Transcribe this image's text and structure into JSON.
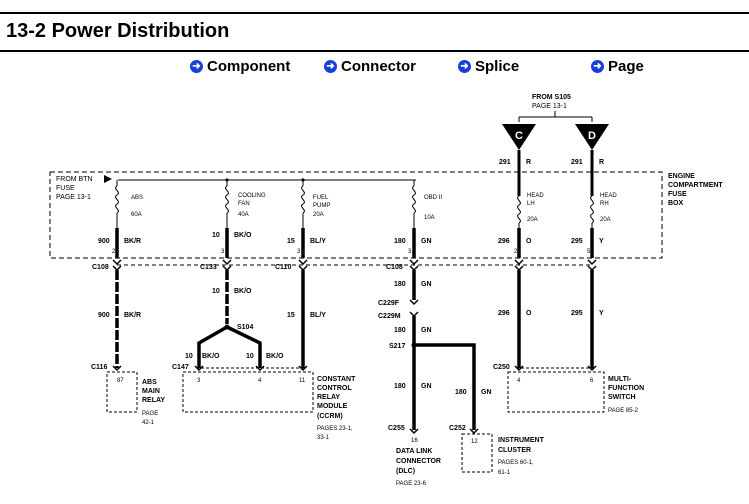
{
  "title": "13-2 Power Distribution",
  "nav": [
    "Component",
    "Connector",
    "Splice",
    "Page"
  ],
  "colors": {
    "nav_icon": "#1a3fd6"
  },
  "from_s105": {
    "line1": "FROM S105",
    "line2": "PAGE 13-1"
  },
  "feed_c": "C",
  "feed_d": "D",
  "from_btn": [
    "FROM BTN",
    "FUSE",
    "PAGE 13-1"
  ],
  "fuse_box": [
    "ENGINE",
    "COMPARTMENT",
    "FUSE",
    "BOX"
  ],
  "fuses": {
    "abs": [
      "ABS",
      "60A"
    ],
    "fan": [
      "COOLING",
      "FAN",
      "40A"
    ],
    "pump": [
      "FUEL",
      "PUMP",
      "20A"
    ],
    "obd": [
      "OBD II",
      "10A"
    ],
    "headlh": [
      "HEAD",
      "LH",
      "20A"
    ],
    "headrh": [
      "HEAD",
      "RH",
      "20A"
    ]
  },
  "wires": {
    "w291c": [
      "291",
      "R"
    ],
    "w291d": [
      "291",
      "R"
    ],
    "w900a": [
      "900",
      "BK/R",
      "2"
    ],
    "w10a": [
      "10",
      "BK/O",
      "3"
    ],
    "w15a": [
      "15",
      "BL/Y",
      "3"
    ],
    "w180a": [
      "180",
      "GN",
      "3"
    ],
    "w296a": [
      "296",
      "O",
      "2"
    ],
    "w295a": [
      "295",
      "Y",
      "5"
    ],
    "w900b": [
      "900",
      "BK/R"
    ],
    "w10b": [
      "10",
      "BK/O"
    ],
    "w15b": [
      "15",
      "BL/Y"
    ],
    "w180b": [
      "180",
      "GN"
    ],
    "w180c": [
      "180",
      "GN"
    ],
    "w180d": [
      "180",
      "GN"
    ],
    "w180e": [
      "180",
      "GN"
    ],
    "w296b": [
      "296",
      "O"
    ],
    "w295b": [
      "295",
      "Y"
    ],
    "w10l": [
      "10",
      "BK/O"
    ],
    "w10r": [
      "10",
      "BK/O"
    ]
  },
  "connectors": {
    "c108a": "C108",
    "c133": "C133",
    "c110": "C110",
    "c108b": "C108",
    "c229f": "C229F",
    "c229m": "C229M",
    "c116": "C116",
    "c147": "C147",
    "c250": "C250",
    "c255": "C255",
    "c252": "C252"
  },
  "splices": {
    "s104": "S104",
    "s217": "S217"
  },
  "pins": {
    "abs": "87",
    "ccrm3": "3",
    "ccrm4": "4",
    "ccrm11": "11",
    "mfs4": "4",
    "mfs6": "6",
    "dlc": "16",
    "ic": "12"
  },
  "components": {
    "abs_relay": [
      "ABS",
      "MAIN",
      "RELAY"
    ],
    "abs_page": [
      "PAGE",
      "42-1"
    ],
    "ccrm": [
      "CONSTANT",
      "CONTROL",
      "RELAY",
      "MODULE",
      "(CCRM)"
    ],
    "ccrm_page": [
      "PAGES  23-1,",
      "33-1"
    ],
    "mfs": [
      "MULTI-",
      "FUNCTION",
      "SWITCH"
    ],
    "mfs_page": "PAGE 85-2",
    "dlc": [
      "DATA LINK",
      "CONNECTOR",
      "(DLC)"
    ],
    "dlc_page": "PAGE 23-6",
    "ic": [
      "INSTRUMENT",
      "CLUSTER"
    ],
    "ic_page": [
      "PAGES 60-1,",
      "61-1"
    ]
  }
}
